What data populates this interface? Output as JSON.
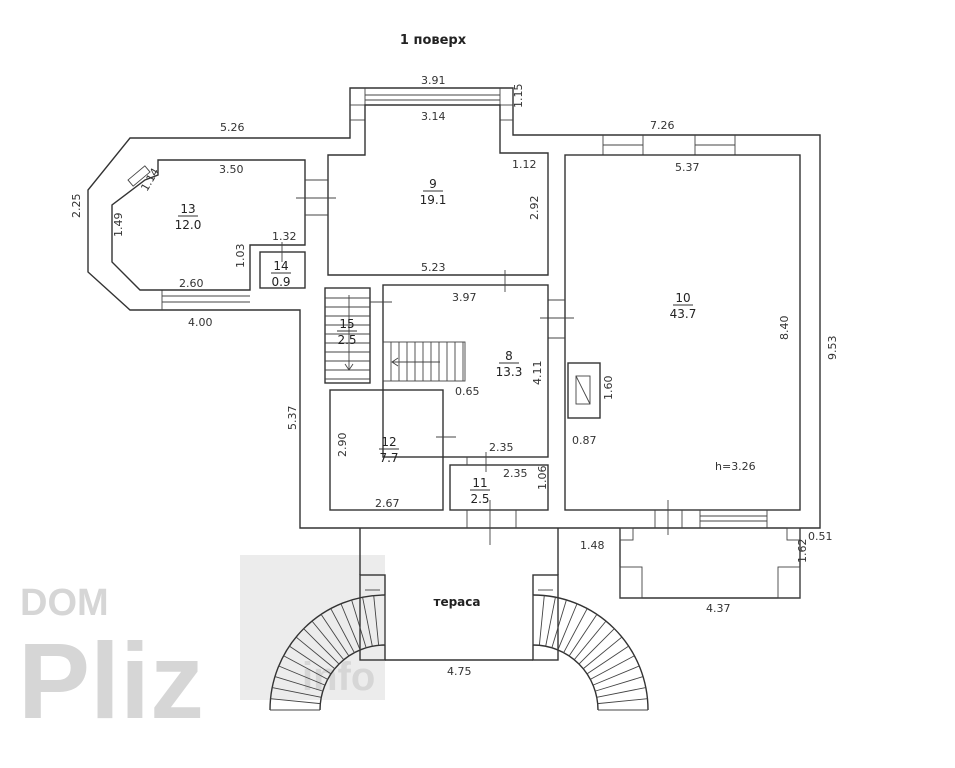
{
  "title": "1 поверх",
  "rooms": [
    {
      "number": "13",
      "area": "12.0"
    },
    {
      "number": "9",
      "area": "19.1"
    },
    {
      "number": "14",
      "area": "0.9"
    },
    {
      "number": "10",
      "area": "43.7"
    },
    {
      "number": "15",
      "area": "2.5"
    },
    {
      "number": "8",
      "area": "13.3"
    },
    {
      "number": "12",
      "area": "7.7"
    },
    {
      "number": "11",
      "area": "2.5"
    }
  ],
  "terrace_label": "тераса",
  "dimensions": [
    "3.91",
    "3.14",
    "1.15",
    "5.26",
    "7.26",
    "3.50",
    "1.12",
    "5.37",
    "1.14",
    "2.25",
    "1.49",
    "1.32",
    "2.92",
    "1.03",
    "5.23",
    "2.60",
    "4.00",
    "3.97",
    "8.40",
    "9.53",
    "0.65",
    "4.11",
    "1.60",
    "5.37",
    "0.87",
    "2.90",
    "2.35",
    "2.35",
    "h=3.26",
    "1.06",
    "2.67",
    "1.48",
    "0.51",
    "1.62",
    "4.37",
    "4.75"
  ],
  "watermark": {
    "line1": "DOM",
    "line2": "Pliz",
    "line3": "info"
  }
}
